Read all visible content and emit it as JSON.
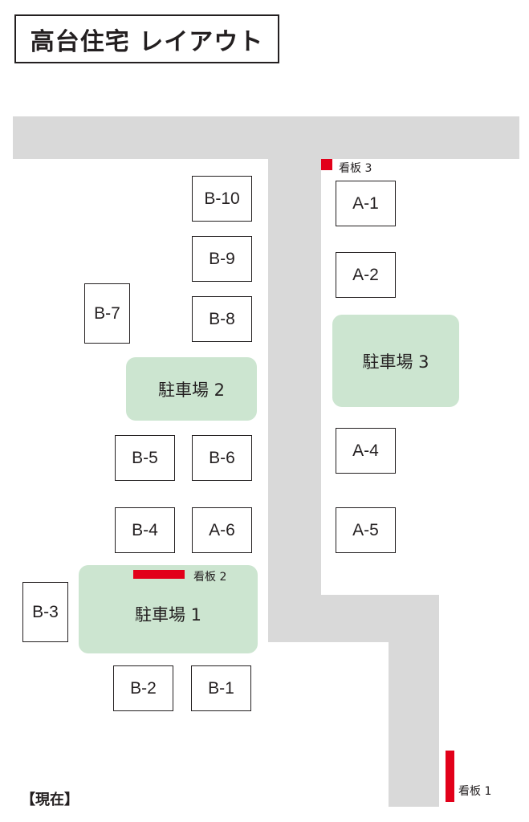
{
  "title": "高台住宅 レイアウト",
  "status": "【現在】",
  "colors": {
    "road": "#d9d9d9",
    "parking": "#cce5d0",
    "sign": "#e2001a",
    "line": "#231f20"
  },
  "lots": {
    "b10": "B-10",
    "b9": "B-9",
    "b8": "B-8",
    "b7": "B-7",
    "b6": "B-6",
    "b5": "B-5",
    "b4": "B-4",
    "b3": "B-3",
    "b2": "B-2",
    "b1": "B-1",
    "a6": "A-6",
    "a1": "A-1",
    "a2": "A-2",
    "a4": "A-4",
    "a5": "A-5"
  },
  "parking": {
    "p1": "駐車場 1",
    "p2": "駐車場 2",
    "p3": "駐車場 3"
  },
  "signs": {
    "s1": "看板 1",
    "s2": "看板 2",
    "s3": "看板 3"
  }
}
